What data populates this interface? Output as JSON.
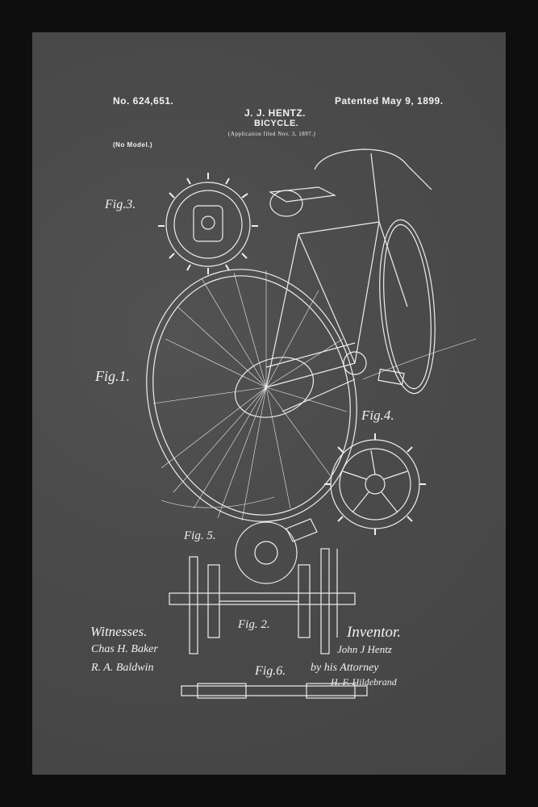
{
  "header": {
    "patent_number": "No. 624,651.",
    "patented_date": "Patented May 9, 1899.",
    "inventor_name": "J. J. HENTZ.",
    "title": "BICYCLE.",
    "application": "(Application filed Nov. 3, 1897.)",
    "model_note": "(No Model.)"
  },
  "figures": {
    "fig1": "Fig.1.",
    "fig2": "Fig. 2.",
    "fig3": "Fig.3.",
    "fig4": "Fig.4.",
    "fig5": "Fig. 5.",
    "fig6": "Fig.6."
  },
  "footer": {
    "witnesses_label": "Witnesses.",
    "witness_1": "Chas H. Baker",
    "witness_2": "R. A. Baldwin",
    "inventor_label": "Inventor.",
    "inventor_signature": "John J Hentz",
    "attorney_label": "by his Attorney",
    "attorney_signature": "H. F. Hildebrand"
  },
  "colors": {
    "frame": "#0e0e0e",
    "sheet": "#4b4b4b",
    "ink": "#f2f2f2"
  }
}
